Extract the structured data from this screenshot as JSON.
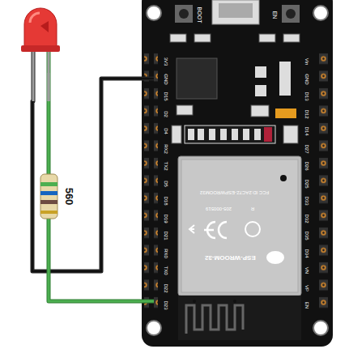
{
  "diagram": {
    "labels": [
      "BOOT",
      "EN",
      "3V3",
      "GND",
      "D15",
      "D2",
      "D4",
      "RX2",
      "TX2",
      "D5",
      "D18",
      "D19",
      "D21",
      "RX0",
      "TX0",
      "D22",
      "D23",
      "Vin",
      "GND",
      "D13",
      "D12",
      "D14",
      "D27",
      "D26",
      "D25",
      "D33",
      "D32",
      "D35",
      "D34",
      "VN",
      "VP",
      "EN",
      "ESP-WROOM-32",
      "205-000519",
      "FCC ID:2AC7Z-ESPWROOM32",
      "R",
      "560"
    ]
  }
}
